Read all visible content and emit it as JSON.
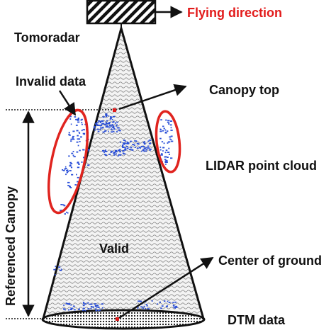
{
  "labels": {
    "flying_direction": "Flying direction",
    "tomoradar": "Tomoradar",
    "invalid_data": "Invalid data",
    "canopy_top": "Canopy top",
    "lidar_point_cloud": "LIDAR point cloud",
    "referenced_canopy": "Referenced Canopy",
    "valid": "Valid",
    "center_of_ground": "Center of ground",
    "dtm_data": "DTM data"
  },
  "colors": {
    "flying_direction": "#e21b1b",
    "invalid_outline": "#e0241f",
    "lidar_points": "#2a4fd8",
    "center_marker": "#e21b1b",
    "outline": "#111111",
    "wave_pattern": "#8a8a8a"
  },
  "icons": {
    "radar_unit": "striped-rectangle",
    "arrow": "line-arrow"
  }
}
